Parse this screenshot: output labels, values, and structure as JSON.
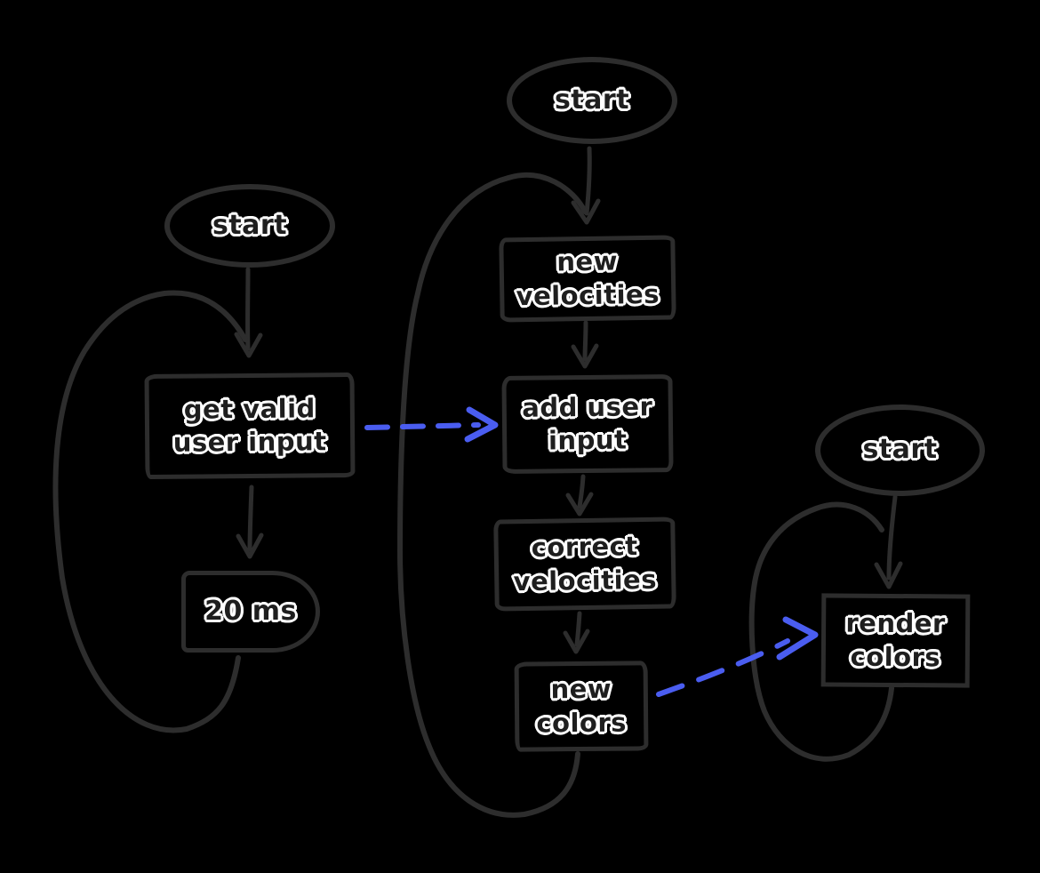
{
  "colors": {
    "background": "#000000",
    "stroke": "#2d2d2d",
    "text_fill": "#1e1e1e",
    "text_halo": "#ffffff",
    "arrow_accent": "#4a5df0"
  },
  "diagram": {
    "left_loop": {
      "start": "start",
      "process_line1": "get valid",
      "process_line2": "user input",
      "delay": "20 ms"
    },
    "middle_loop": {
      "start": "start",
      "step1_line1": "new",
      "step1_line2": "velocities",
      "step2_line1": "add user",
      "step2_line2": "input",
      "step3_line1": "correct",
      "step3_line2": "velocities",
      "step4_line1": "new",
      "step4_line2": "colors"
    },
    "right_loop": {
      "start": "start",
      "step1_line1": "render",
      "step1_line2": "colors"
    }
  }
}
